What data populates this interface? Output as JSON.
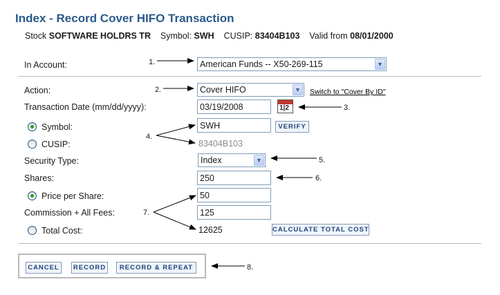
{
  "title": "Index - Record Cover HIFO Transaction",
  "info": {
    "stock_label": "Stock",
    "stock_value": "SOFTWARE HOLDRS TR",
    "symbol_label": "Symbol:",
    "symbol_value": "SWH",
    "cusip_label": "CUSIP:",
    "cusip_value": "83404B103",
    "valid_label": "Valid from",
    "valid_value": "08/01/2000"
  },
  "account": {
    "label": "In Account:",
    "value": "American Funds -- X50-269-115"
  },
  "action": {
    "label": "Action:",
    "value": "Cover HIFO",
    "switch_link": "Switch to \"Cover By ID\""
  },
  "transaction_date": {
    "label": "Transaction Date (mm/dd/yyyy):",
    "value": "03/19/2008",
    "calendar_text": "1|2"
  },
  "symbol": {
    "label": "Symbol:",
    "value": "SWH",
    "verify": "VERIFY",
    "selected": true
  },
  "cusip": {
    "label": "CUSIP:",
    "value": "83404B103",
    "selected": false
  },
  "security_type": {
    "label": "Security Type:",
    "value": "Index"
  },
  "shares": {
    "label": "Shares:",
    "value": "250"
  },
  "price_per_share": {
    "label": "Price per Share:",
    "value": "50",
    "selected": true
  },
  "commission": {
    "label": "Commission + All Fees:",
    "value": "125"
  },
  "total_cost": {
    "label": "Total Cost:",
    "value": "12625",
    "calculate": "CALCULATE TOTAL COST",
    "selected": false
  },
  "buttons": {
    "cancel": "CANCEL",
    "record": "RECORD",
    "record_repeat": "RECORD & REPEAT"
  },
  "annotations": [
    "1.",
    "2.",
    "3.",
    "4.",
    "5.",
    "6.",
    "7.",
    "8."
  ],
  "colors": {
    "title": "#2a5a8a",
    "button_text": "#21437a",
    "radio_selected": "#21a121",
    "disabled_text": "#8c8c8c"
  }
}
